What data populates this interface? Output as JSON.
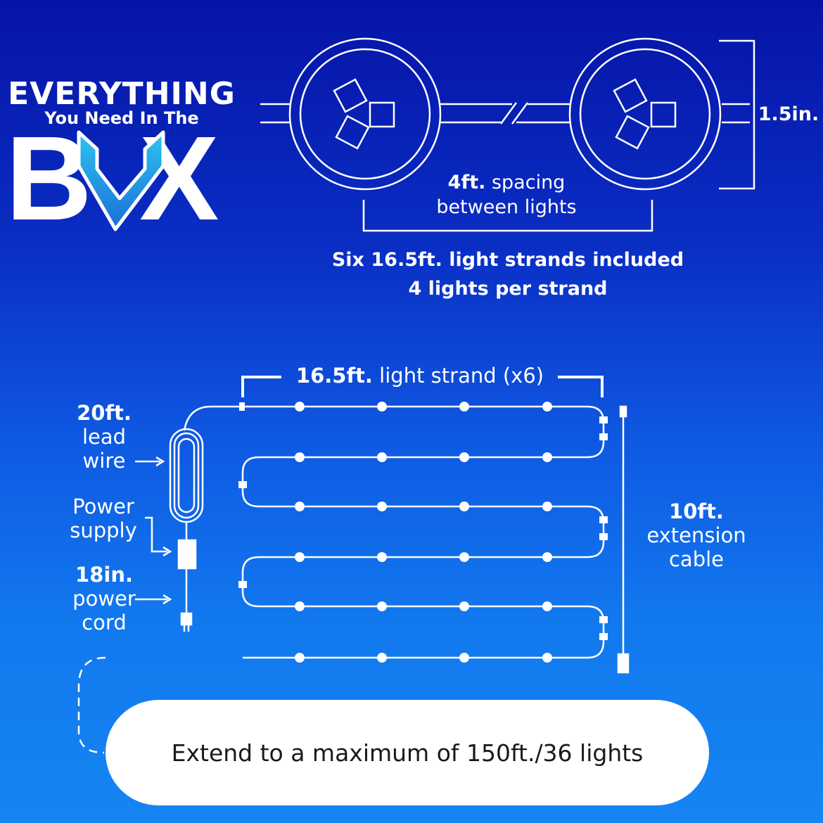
{
  "logo": {
    "line1": "EVERYTHING",
    "line2": "You Need In The",
    "box_letters": [
      "B",
      "X"
    ],
    "colors": {
      "letters": "#ffffff",
      "arrow_top": "#2fc3f0",
      "arrow_bottom": "#1a6fd6"
    }
  },
  "light_detail": {
    "height_label": "1.5in.",
    "spacing_value": "4ft.",
    "spacing_text": "spacing",
    "spacing_text2": "between lights",
    "strands_line": "Six 16.5ft. light strands included",
    "per_strand_line": "4 lights per strand"
  },
  "layout_diagram": {
    "strand_value": "16.5ft.",
    "strand_text": "light strand (x6)",
    "lead_value": "20ft.",
    "lead_text1": "lead",
    "lead_text2": "wire",
    "power_supply1": "Power",
    "power_supply2": "supply",
    "cord_value": "18in.",
    "cord_text1": "power",
    "cord_text2": "cord",
    "ext_value": "10ft.",
    "ext_text1": "extension",
    "ext_text2": "cable"
  },
  "footer": {
    "pill_text": "Extend to a maximum of 150ft./36 lights"
  },
  "colors": {
    "background_top": "#0614a6",
    "background_bottom": "#1585f2",
    "line": "#ffffff",
    "pill_text": "#1a1a1a"
  }
}
